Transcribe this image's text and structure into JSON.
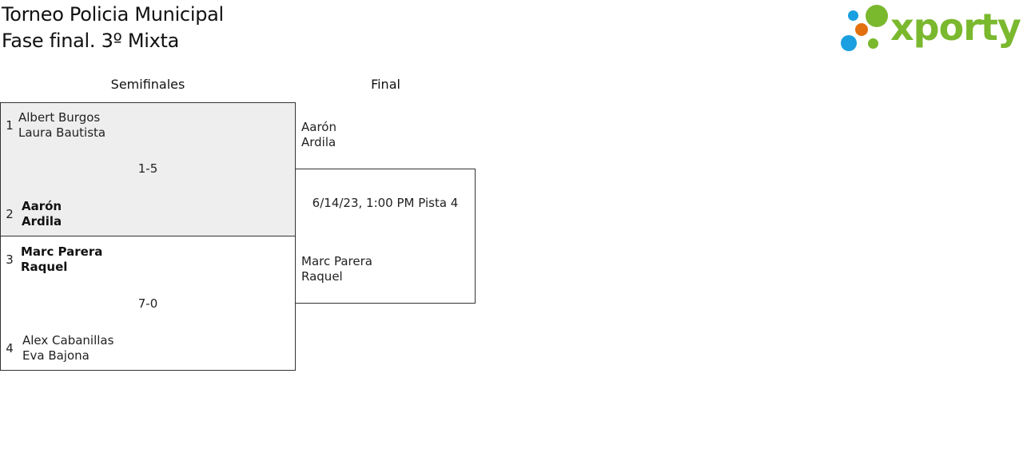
{
  "header": {
    "title_line1": "Torneo Policia Municipal",
    "title_line2": "Fase final. 3º Mixta"
  },
  "logo": {
    "text": "xporty",
    "colors": {
      "green": "#7ab82e",
      "blue": "#1a9fe0",
      "orange": "#e2700f"
    }
  },
  "rounds": [
    {
      "label": "Semifinales"
    },
    {
      "label": "Final"
    }
  ],
  "semifinals": [
    {
      "team1": {
        "seed": "1",
        "player1": "Albert Burgos",
        "player2": "Laura Bautista",
        "winner": false
      },
      "team2": {
        "seed": "2",
        "player1": "Aarón",
        "player2": "Ardila",
        "winner": true
      },
      "score": "1-5"
    },
    {
      "team1": {
        "seed": "3",
        "player1": "Marc Parera",
        "player2": "Raquel",
        "winner": true
      },
      "team2": {
        "seed": "4",
        "player1": "Alex Cabanillas",
        "player2": "Eva Bajona",
        "winner": false
      },
      "score": "7-0"
    }
  ],
  "final": {
    "team1": {
      "player1": "Aarón",
      "player2": "Ardila"
    },
    "team2": {
      "player1": "Marc Parera",
      "player2": "Raquel"
    },
    "schedule": "6/14/23, 1:00 PM Pista 4"
  }
}
